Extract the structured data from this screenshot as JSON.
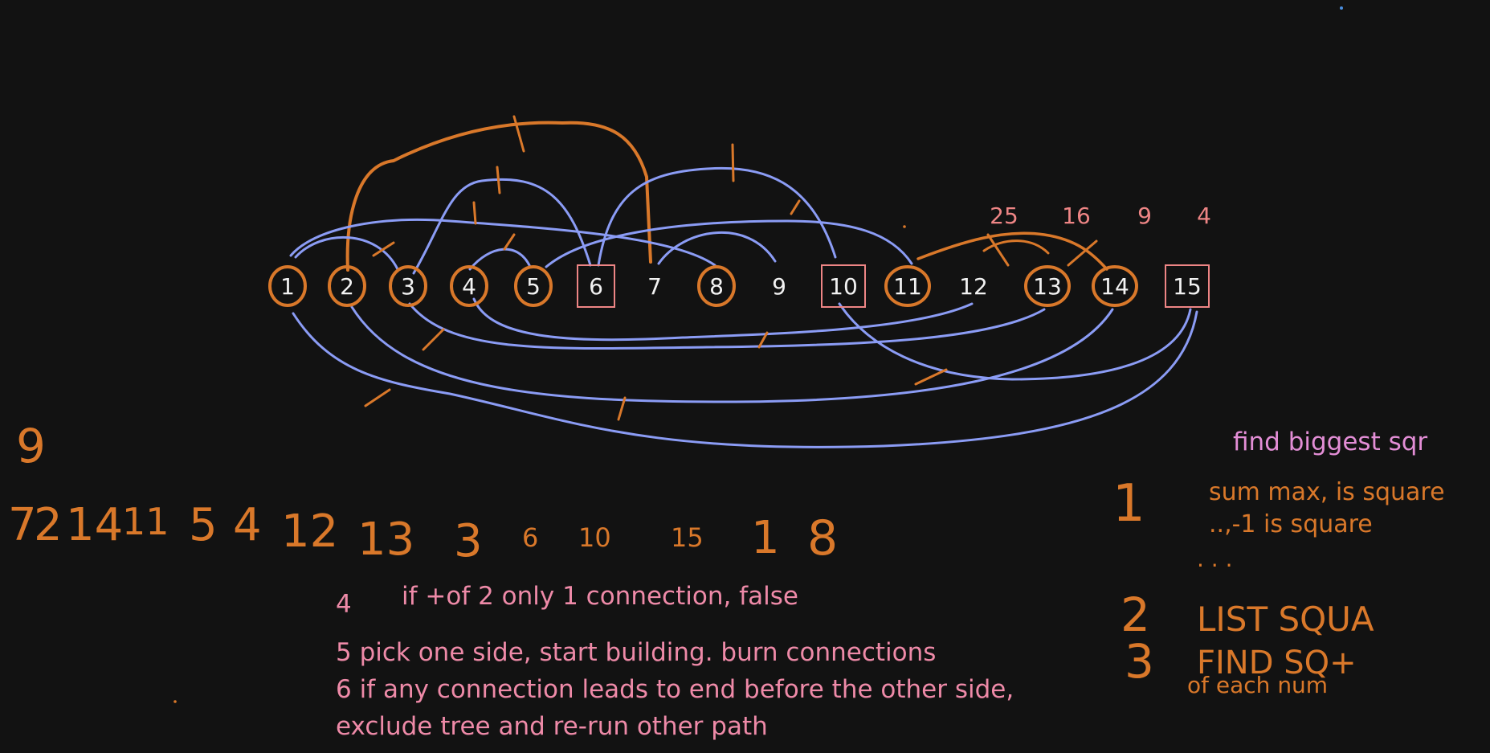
{
  "colors": {
    "background": "#121212",
    "node_text": "#f2f2f2",
    "orange": "#d9782a",
    "blue": "#8b9cf5",
    "pink_box": "#ee8585",
    "note": "#ee8aa8",
    "violet": "#e38ed6"
  },
  "nodes": [
    {
      "label": "1",
      "mark": "circle"
    },
    {
      "label": "2",
      "mark": "circle"
    },
    {
      "label": "3",
      "mark": "circle"
    },
    {
      "label": "4",
      "mark": "circle"
    },
    {
      "label": "5",
      "mark": "circle"
    },
    {
      "label": "6",
      "mark": "box"
    },
    {
      "label": "7",
      "mark": "none"
    },
    {
      "label": "8",
      "mark": "circle"
    },
    {
      "label": "9",
      "mark": "none"
    },
    {
      "label": "10",
      "mark": "box"
    },
    {
      "label": "11",
      "mark": "circle"
    },
    {
      "label": "12",
      "mark": "none"
    },
    {
      "label": "13",
      "mark": "circle"
    },
    {
      "label": "14",
      "mark": "circle"
    },
    {
      "label": "15",
      "mark": "box"
    }
  ],
  "squares_row": [
    "25",
    "16",
    "9",
    "4"
  ],
  "left_number": "9",
  "sequence": [
    "7",
    "2",
    "14",
    "11",
    "5",
    "4",
    "12",
    "13",
    "3",
    "6",
    "10",
    "15",
    "1",
    "8"
  ],
  "right_notes": {
    "title": "find biggest sqr",
    "step1_num": "1",
    "step1_line1": "sum max, is square",
    "step1_line2": "..,-1 is square",
    "ellipsis": ". . .",
    "step2_num": "2",
    "step2_text": "LIST SQUA",
    "step3_num": "3",
    "step3_text": "FIND SQ+",
    "step3_sub": "of each num"
  },
  "bottom_notes": {
    "step4_num": "4",
    "step4_text": "if +of 2 only 1 connection, false",
    "step5_text": "5 pick one side, start building. burn connections",
    "step6_line1": "6 if any connection leads to end before the other side,",
    "step6_line2": "exclude tree and re-run other path"
  }
}
